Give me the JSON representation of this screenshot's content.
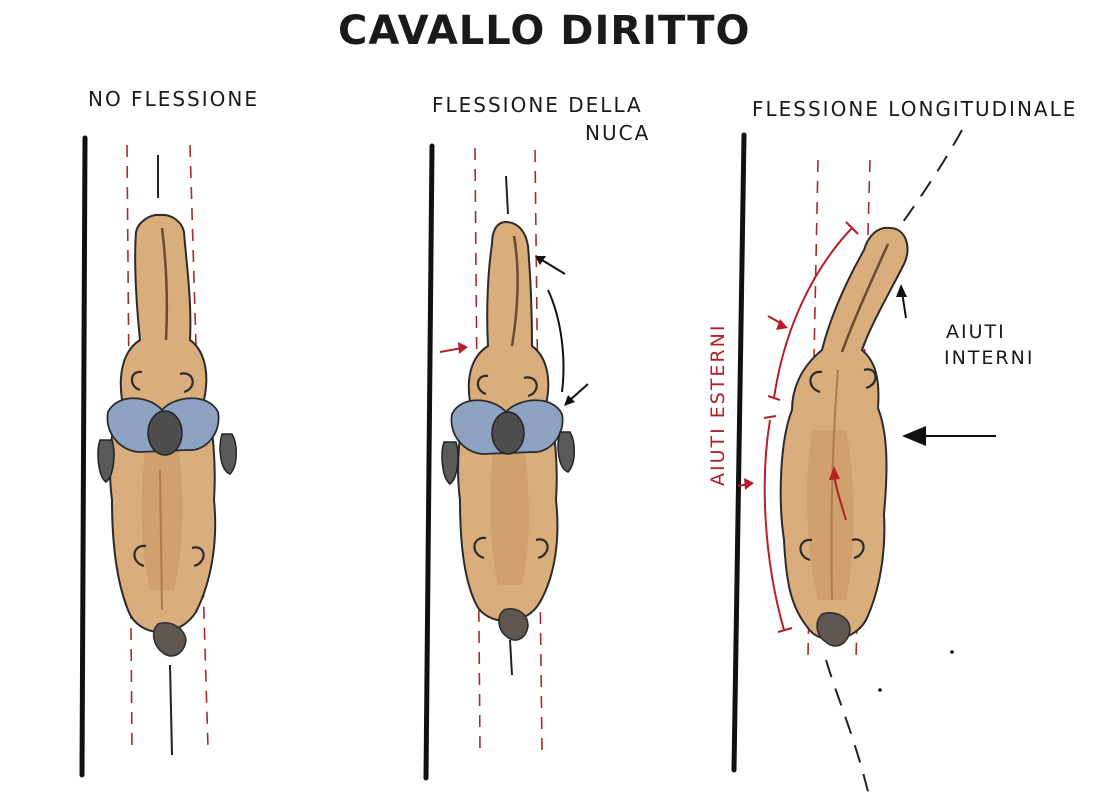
{
  "title": "CAVALLO DIRITTO",
  "panels": [
    {
      "label_lines": [
        "NO FLESSIONE"
      ]
    },
    {
      "label_lines": [
        "FLESSIONE DELLA",
        "NUCA"
      ]
    },
    {
      "label_lines": [
        "FLESSIONE LONGITUDINALE"
      ]
    }
  ],
  "aids": {
    "inner": [
      "AIUTI",
      "INTERNI"
    ],
    "outer": "AIUTI ESTERNI"
  },
  "colors": {
    "coat": "#d9ad7c",
    "rider_jacket": "#8ea3c3",
    "track_lines": "#a82a2a",
    "aid_arrows_outer": "#b51f26",
    "aid_arrows_inner": "#111111"
  }
}
